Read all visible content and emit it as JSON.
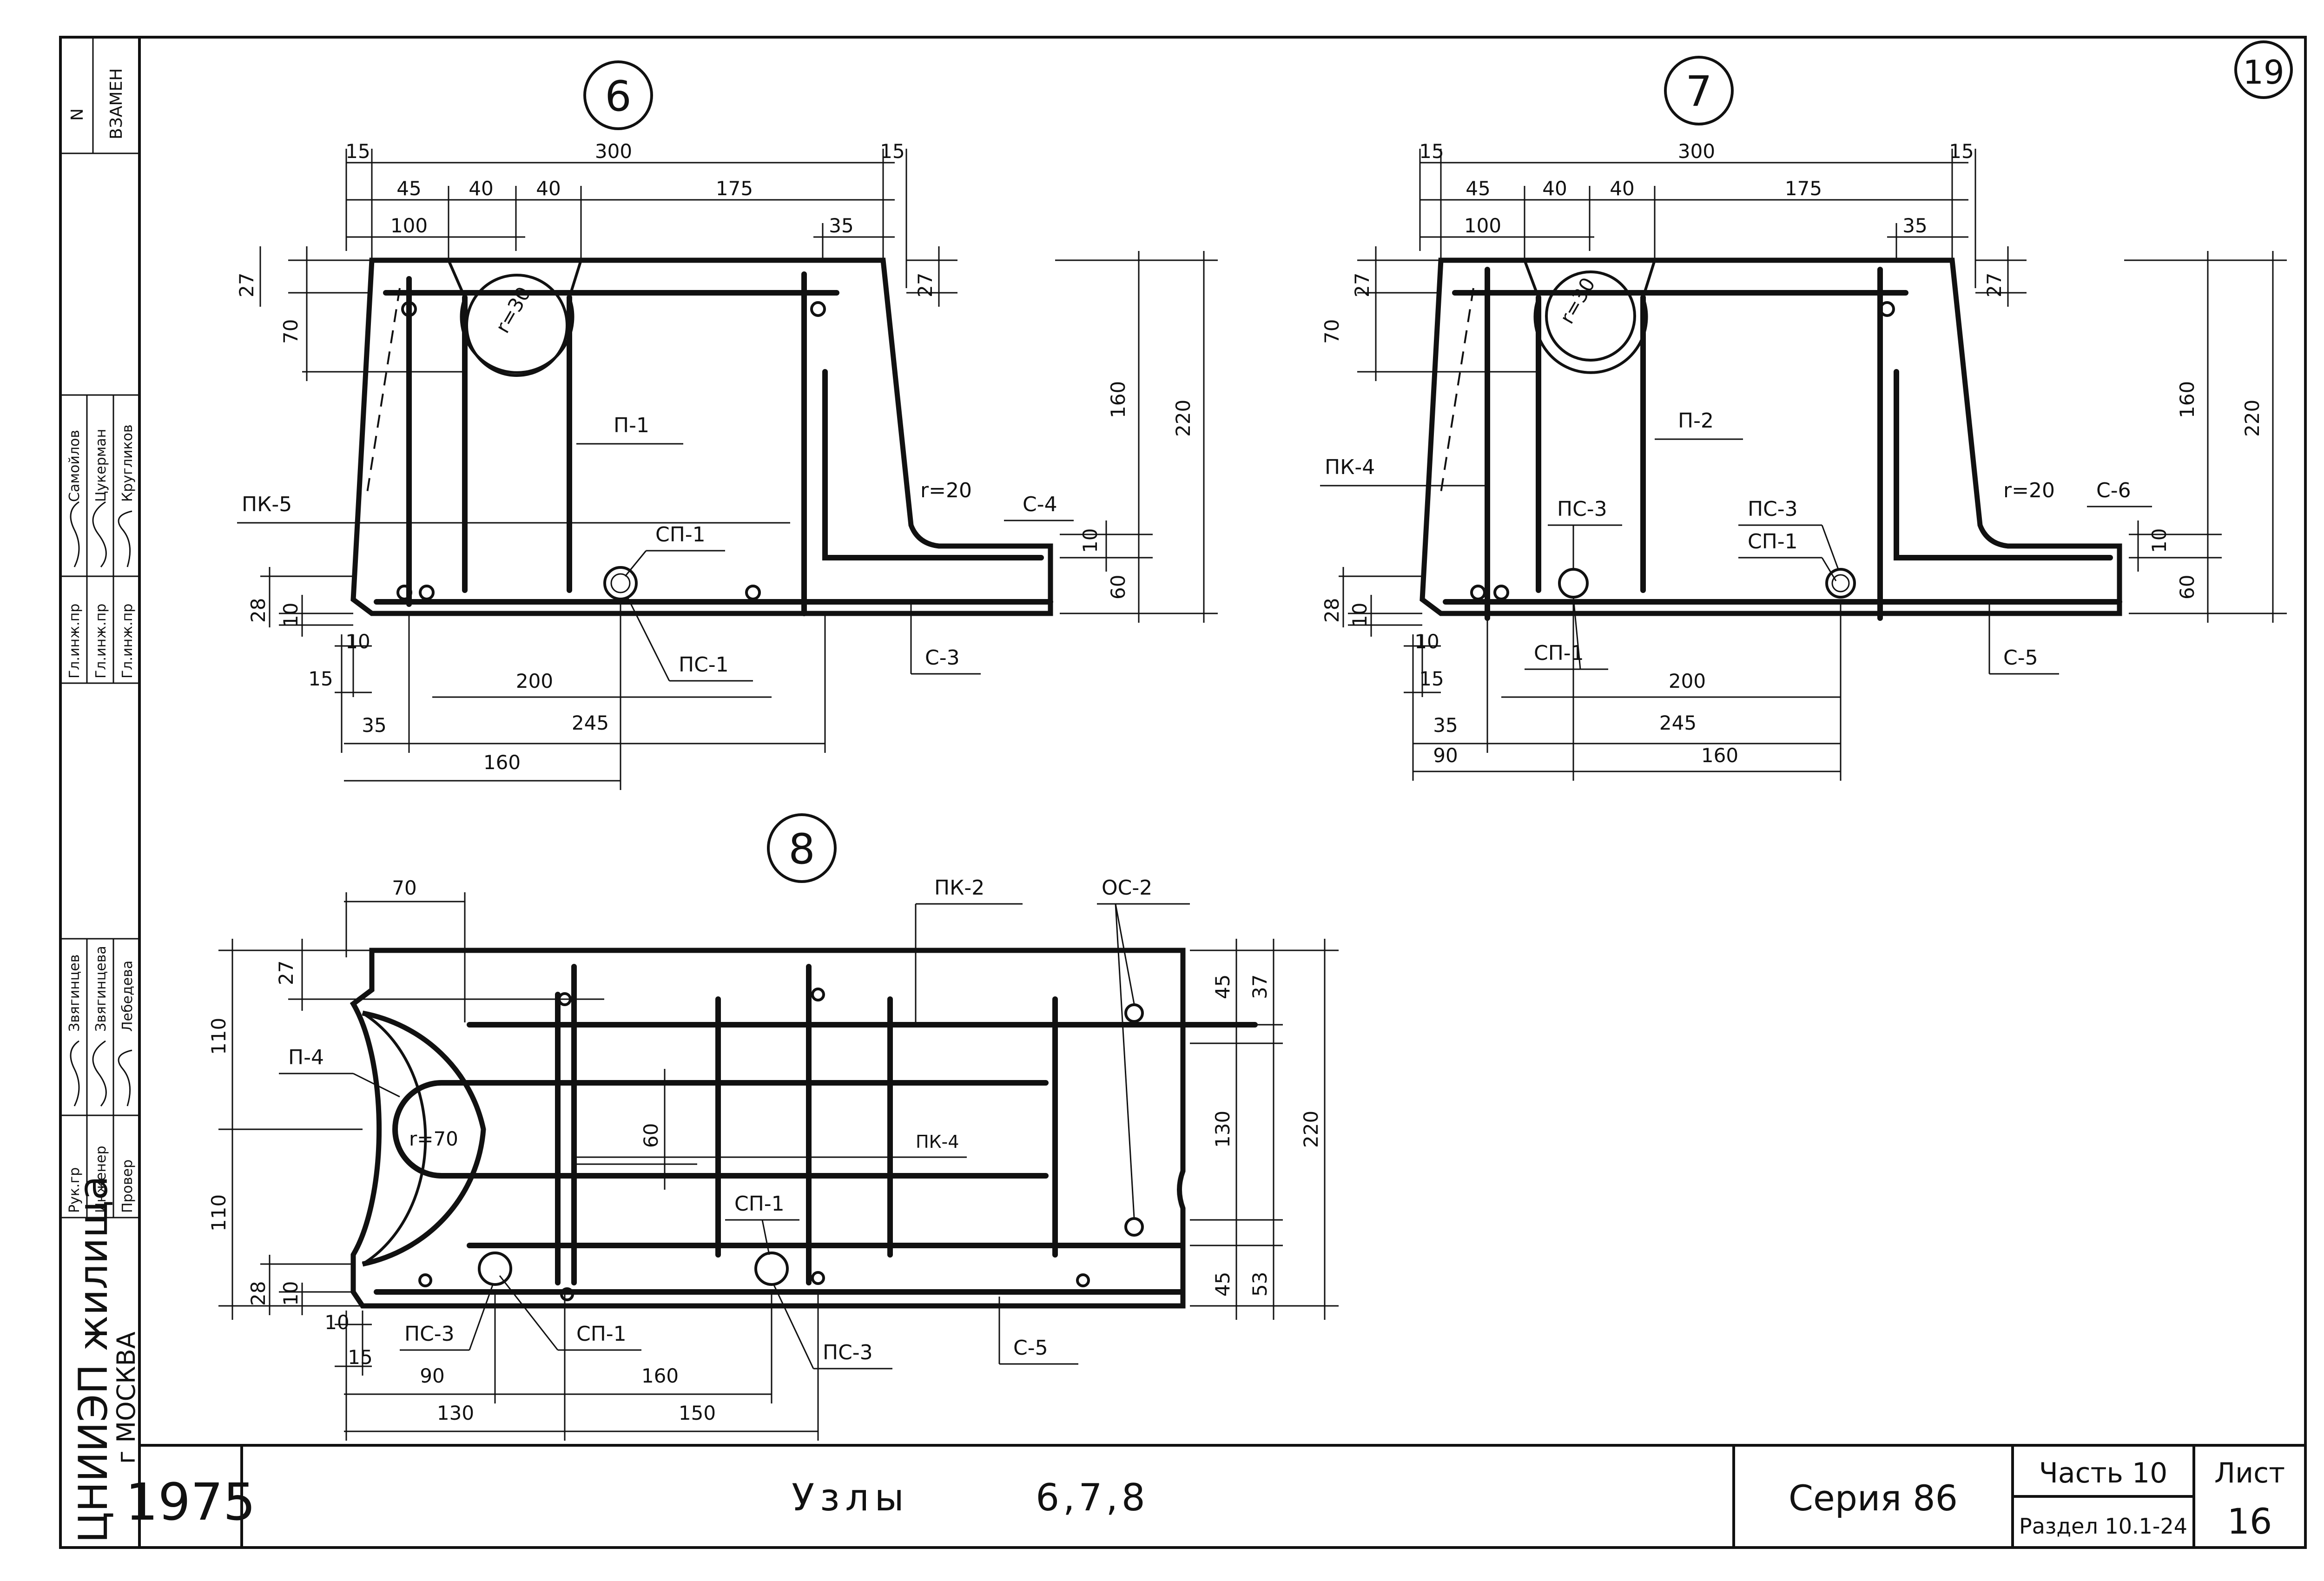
{
  "sheet_corner": "19",
  "title_block": {
    "year": "1975",
    "title_word": "Узлы",
    "title_nodes": "6,7,8",
    "series": "Серия 86",
    "part": "Часть 10",
    "section": "Раздел 10.1-24",
    "sheet_label": "Лист",
    "sheet_number": "16",
    "org": "ЦНИИЭП жилища",
    "city": "г МОСКВА"
  },
  "side_stamp": {
    "n_label": "N",
    "vzamen": "ВЗАМЕН",
    "rows_top": [
      {
        "role": "Гл.инж.пр",
        "name": "Самойлов"
      },
      {
        "role": "Гл.инж.пр",
        "name": "Цукерман"
      },
      {
        "role": "Гл.инж.пр",
        "name": "Кругликов"
      }
    ],
    "rows_bottom": [
      {
        "role": "Рук.гр",
        "name": "Звягинцев"
      },
      {
        "role": "Инженер",
        "name": "Звягинцева"
      },
      {
        "role": "Провер",
        "name": "Лебедева"
      }
    ]
  },
  "node6": {
    "number": "6",
    "dims": {
      "d15a": "15",
      "d300": "300",
      "d15b": "15",
      "d45": "45",
      "d40a": "40",
      "d40b": "40",
      "d175": "175",
      "d100": "100",
      "d35top": "35",
      "d27l": "27",
      "d70": "70",
      "d27r": "27",
      "d160": "160",
      "d220": "220",
      "d10r": "10",
      "d60": "60",
      "d28": "28",
      "d10l": "10",
      "d10b": "10",
      "d15l": "15",
      "d200": "200",
      "d35b": "35",
      "d245": "245",
      "d160b": "160"
    },
    "labels": {
      "p": "П-1",
      "pk": "ПК-5",
      "r": "r=20",
      "c_top": "С-4",
      "sp": "СП-1",
      "ps": "ПС-1",
      "c_bot": "С-3",
      "r_hole": "r=30"
    }
  },
  "node7": {
    "number": "7",
    "dims": {
      "d15a": "15",
      "d300": "300",
      "d15b": "15",
      "d45": "45",
      "d40a": "40",
      "d40b": "40",
      "d175": "175",
      "d100": "100",
      "d35top": "35",
      "d27l": "27",
      "d70": "70",
      "d27r": "27",
      "d160": "160",
      "d220": "220",
      "d10r": "10",
      "d60": "60",
      "d28": "28",
      "d10l": "10",
      "d10b": "10",
      "d15l": "15",
      "d200": "200",
      "d35b": "35",
      "d245": "245",
      "d90": "90",
      "d160b": "160"
    },
    "labels": {
      "p": "П-2",
      "pk": "ПК-4",
      "r": "r=20",
      "c_top": "С-6",
      "ps3a": "ПС-3",
      "ps3b": "ПС-3",
      "sp1": "СП-1",
      "sp1b": "СП-1",
      "c_bot": "С-5",
      "r_hole": "r=30"
    }
  },
  "node8": {
    "number": "8",
    "dims": {
      "d70": "70",
      "d27": "27",
      "d110a": "110",
      "d110b": "110",
      "d28": "28",
      "d10l": "10",
      "d10b": "10",
      "d15": "15",
      "d90": "90",
      "d160": "160",
      "d130": "130",
      "d150": "150",
      "d60": "60",
      "d45a": "45",
      "d37": "37",
      "d130r": "130",
      "d220": "220",
      "d45b": "45",
      "d53": "53"
    },
    "labels": {
      "pk2": "ПК-2",
      "oc2": "ОС-2",
      "p4": "П-4",
      "r": "r=70",
      "pk4": "ПК-4",
      "sp1": "СП-1",
      "ps3a": "ПС-3",
      "sp1b": "СП-1",
      "ps3b": "ПС-3",
      "c5": "С-5"
    }
  }
}
